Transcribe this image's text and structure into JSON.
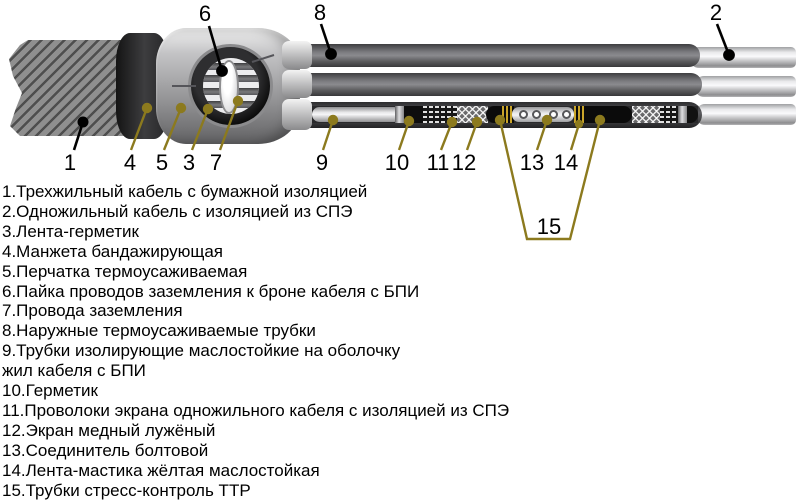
{
  "callouts": {
    "c1": "1",
    "c2": "2",
    "c3": "3",
    "c4": "4",
    "c5": "5",
    "c6": "6",
    "c7": "7",
    "c8": "8",
    "c9": "9",
    "c10": "10",
    "c11": "11",
    "c12": "12",
    "c13": "13",
    "c14": "14",
    "c15": "15"
  },
  "legend": {
    "lines": [
      "1.Трехжильный кабель с бумажной изоляцией",
      "2.Одножильный кабель с изоляцией из СПЭ",
      "3.Лента-герметик",
      "4.Манжета бандажирующая",
      "5.Перчатка термоусаживаемая",
      "6.Пайка проводов заземления к броне кабеля с БПИ",
      "7.Провода заземления",
      "8.Наружные термоусаживаемые трубки",
      "9.Трубки изолирующие маслостойкие на оболочку",
      "жил кабеля с БПИ",
      "10.Герметик",
      "11.Проволоки экрана одножильного кабеля с изоляцией из СПЭ",
      "12.Экран медный лужёный",
      "13.Соединитель болтовой",
      "14.Лента-мастика жёлтая маслостойкая",
      "15.Трубки стресс-контроль ТТР"
    ]
  },
  "colors": {
    "leader_dark": "#000000",
    "leader_olive": "#8c7a1e",
    "mastic_yellow": "#caa52a",
    "background": "#ffffff"
  }
}
